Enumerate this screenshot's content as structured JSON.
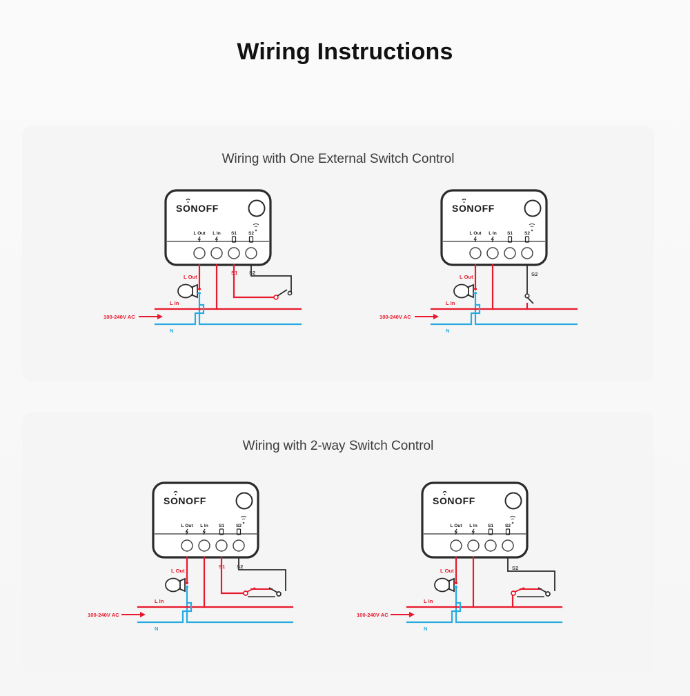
{
  "page": {
    "title": "Wiring Instructions",
    "background": "#f7f7f7"
  },
  "colors": {
    "live_red": "#e8192c",
    "neutral_blue": "#29abe2",
    "switch_black": "#2b2b2b",
    "device_outline": "#2b2b2b",
    "card_bg": "#f5f5f5",
    "title_text": "#111111",
    "subtitle_text": "#3b3b3b"
  },
  "cards": [
    {
      "id": "card-1",
      "title": "Wiring with One External Switch Control",
      "diagrams": [
        {
          "id": "diagram-1a",
          "device": {
            "brand": "SONOFF",
            "wifi_icon": "wifi-signal-icon",
            "button_icon": "pairing-button-icon",
            "terminals": [
              {
                "label": "L Out",
                "icon": "lightning-bolt-icon"
              },
              {
                "label": "L In",
                "icon": "lightning-bolt-icon"
              },
              {
                "label": "S1",
                "icon": "switch-port-icon"
              },
              {
                "label": "S2",
                "icon": "switch-port-icon"
              }
            ]
          },
          "wire_labels": {
            "l_out": "L Out",
            "l_in": "L In",
            "neutral": "N",
            "s1": "S1",
            "s2": "S2",
            "supply": "100-240V AC"
          },
          "switch_type": "single-pole-to-S1",
          "lamp": "light-bulb-icon"
        },
        {
          "id": "diagram-1b",
          "device": {
            "brand": "SONOFF",
            "wifi_icon": "wifi-signal-icon",
            "button_icon": "pairing-button-icon",
            "terminals": [
              {
                "label": "L Out",
                "icon": "lightning-bolt-icon"
              },
              {
                "label": "L In",
                "icon": "lightning-bolt-icon"
              },
              {
                "label": "S1",
                "icon": "switch-port-icon"
              },
              {
                "label": "S2",
                "icon": "switch-port-icon"
              }
            ]
          },
          "wire_labels": {
            "l_out": "L Out",
            "l_in": "L In",
            "neutral": "N",
            "s2": "S2",
            "supply": "100-240V AC"
          },
          "switch_type": "single-pole-to-S2",
          "lamp": "light-bulb-icon"
        }
      ]
    },
    {
      "id": "card-2",
      "title": "Wiring with 2-way Switch Control",
      "diagrams": [
        {
          "id": "diagram-2a",
          "device": {
            "brand": "SONOFF",
            "wifi_icon": "wifi-signal-icon",
            "button_icon": "pairing-button-icon",
            "terminals": [
              {
                "label": "L Out",
                "icon": "lightning-bolt-icon"
              },
              {
                "label": "L In",
                "icon": "lightning-bolt-icon"
              },
              {
                "label": "S1",
                "icon": "switch-port-icon"
              },
              {
                "label": "S2",
                "icon": "switch-port-icon"
              }
            ]
          },
          "wire_labels": {
            "l_out": "L Out",
            "l_in": "L In",
            "neutral": "N",
            "s1": "S1",
            "s2": "S2",
            "supply": "100-240V AC"
          },
          "switch_type": "two-way-S1-S2",
          "lamp": "light-bulb-icon"
        },
        {
          "id": "diagram-2b",
          "device": {
            "brand": "SONOFF",
            "wifi_icon": "wifi-signal-icon",
            "button_icon": "pairing-button-icon",
            "terminals": [
              {
                "label": "L Out",
                "icon": "lightning-bolt-icon"
              },
              {
                "label": "L In",
                "icon": "lightning-bolt-icon"
              },
              {
                "label": "S1",
                "icon": "switch-port-icon"
              },
              {
                "label": "S2",
                "icon": "switch-port-icon"
              }
            ]
          },
          "wire_labels": {
            "l_out": "L Out",
            "l_in": "L In",
            "neutral": "N",
            "s2": "S2",
            "supply": "100-240V AC"
          },
          "switch_type": "two-way-S2",
          "lamp": "light-bulb-icon"
        }
      ]
    }
  ]
}
